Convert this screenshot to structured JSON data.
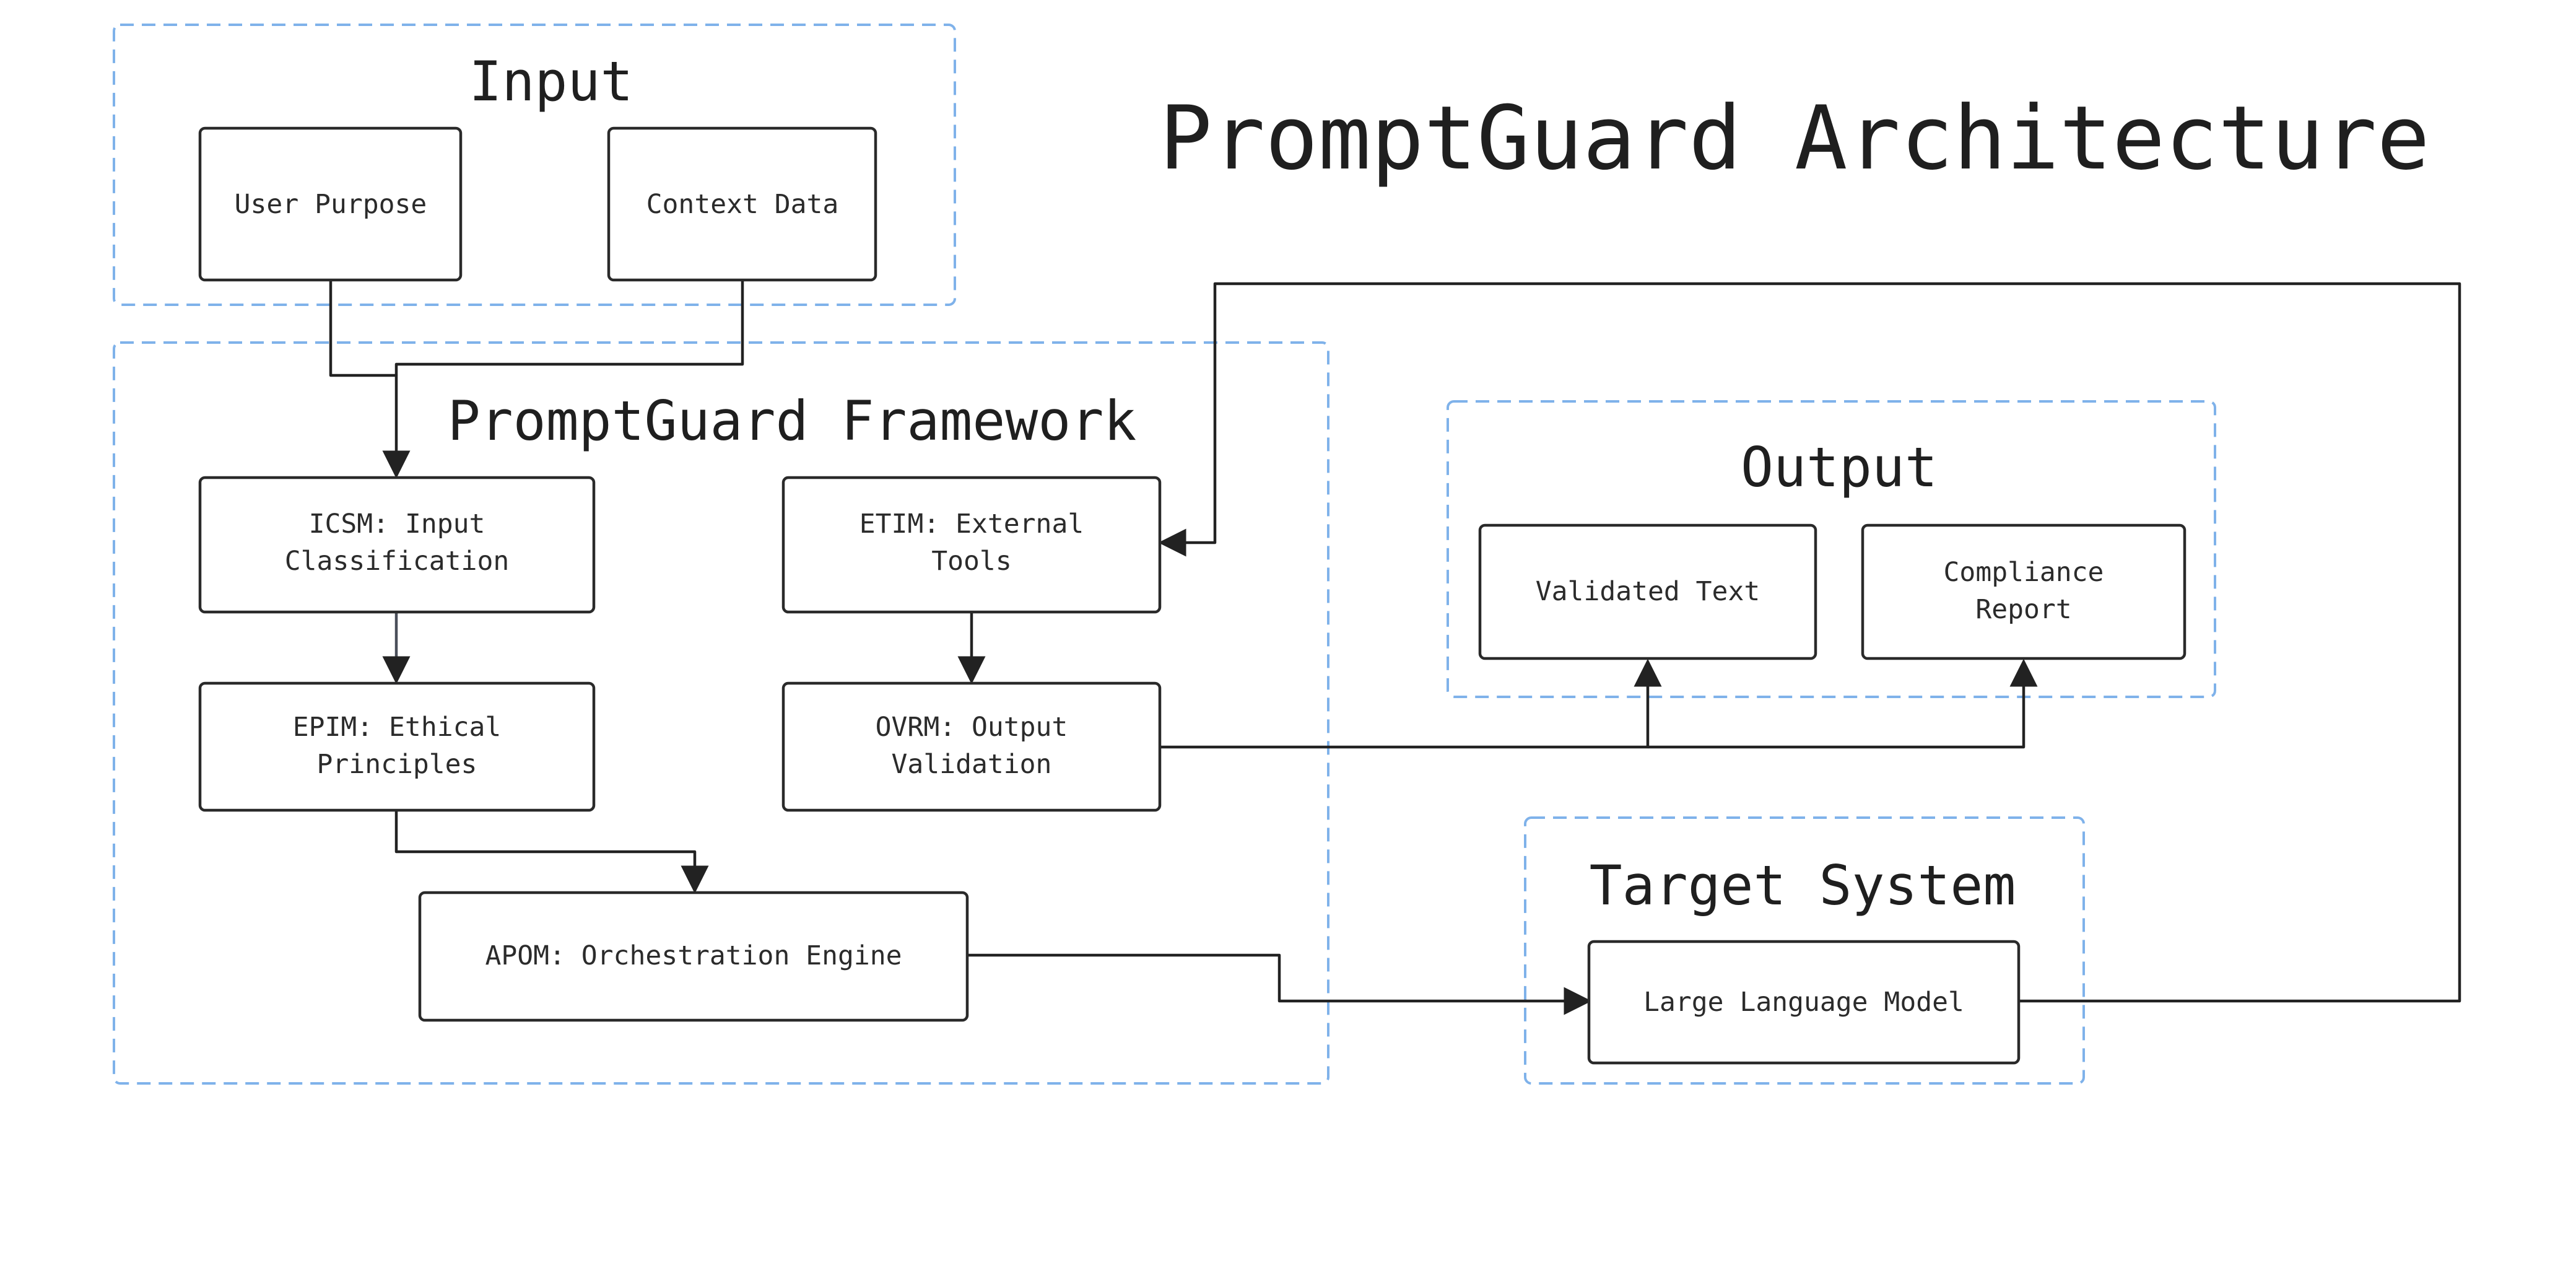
{
  "title": "PromptGuard Architecture",
  "groups": {
    "input": "Input",
    "framework": "PromptGuard Framework",
    "output": "Output",
    "target": "Target System"
  },
  "nodes": {
    "user_purpose": [
      "User Purpose"
    ],
    "context_data": [
      "Context Data"
    ],
    "icsm": [
      "ICSM: Input",
      "Classification"
    ],
    "etim": [
      "ETIM: External",
      "Tools"
    ],
    "epim": [
      "EPIM: Ethical",
      "Principles"
    ],
    "ovrm": [
      "OVRM: Output",
      "Validation"
    ],
    "apom": [
      "APOM: Orchestration Engine"
    ],
    "validated_text": [
      "Validated Text"
    ],
    "compliance_report": [
      "Compliance",
      "Report"
    ],
    "llm": [
      "Large Language Model"
    ]
  },
  "colors": {
    "group_border": "#7fb2ea",
    "node_border": "#2a2a2a",
    "edge": "#222222"
  }
}
